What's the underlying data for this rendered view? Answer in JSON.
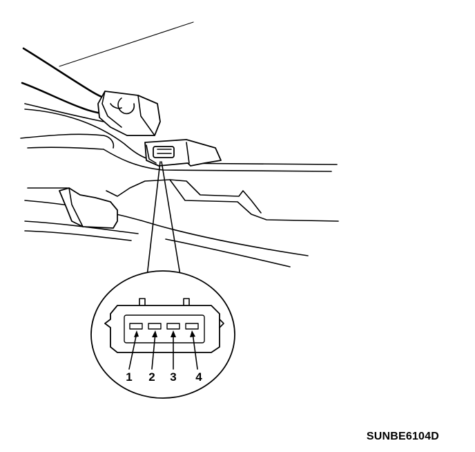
{
  "figure_code": "SUNBE6104D",
  "pins": [
    {
      "label": "1"
    },
    {
      "label": "2"
    },
    {
      "label": "3"
    },
    {
      "label": "4"
    }
  ]
}
